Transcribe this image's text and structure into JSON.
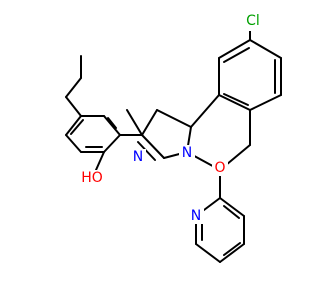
{
  "molecule": {
    "atoms": {
      "cl": {
        "label": "Cl",
        "color": "#00a000"
      },
      "n_pyrazole": {
        "label": "N",
        "color": "#0000ff"
      },
      "n_bridge": {
        "label": "N",
        "color": "#0000ff"
      },
      "o_ring": {
        "label": "O",
        "color": "#ff0000"
      },
      "n_pyridine": {
        "label": "N",
        "color": "#0000ff"
      },
      "oh": {
        "label": "HO",
        "color": "#ff0000"
      }
    }
  }
}
